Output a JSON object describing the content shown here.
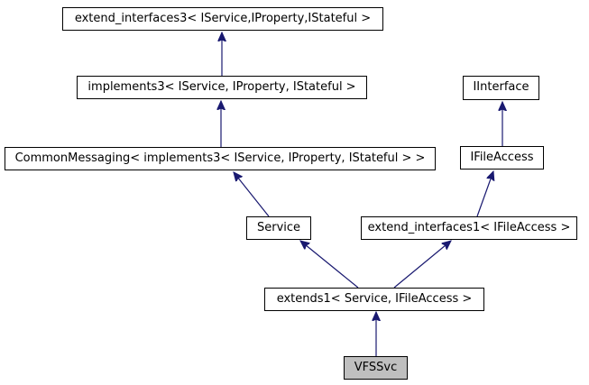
{
  "diagram": {
    "kind": "class-inheritance-graph",
    "colors": {
      "background": "#ffffff",
      "node_border": "#000000",
      "node_fill": "#ffffff",
      "current_node_fill": "#bfbfbf",
      "edge": "#191970",
      "text": "#000000"
    },
    "nodes": [
      {
        "id": "extend_interfaces3",
        "label": "extend_interfaces3< IService,IProperty,IStateful >",
        "current": false
      },
      {
        "id": "implements3",
        "label": "implements3< IService, IProperty, IStateful >",
        "current": false
      },
      {
        "id": "CommonMessaging",
        "label": "CommonMessaging< implements3< IService, IProperty, IStateful > >",
        "current": false
      },
      {
        "id": "IInterface",
        "label": "IInterface",
        "current": false
      },
      {
        "id": "IFileAccess",
        "label": "IFileAccess",
        "current": false
      },
      {
        "id": "Service",
        "label": "Service",
        "current": false
      },
      {
        "id": "extend_interfaces1",
        "label": "extend_interfaces1< IFileAccess >",
        "current": false
      },
      {
        "id": "extends1",
        "label": "extends1< Service, IFileAccess >",
        "current": false
      },
      {
        "id": "VFSSvc",
        "label": "VFSSvc",
        "current": true
      }
    ],
    "edges": [
      {
        "from": "implements3",
        "to": "extend_interfaces3"
      },
      {
        "from": "CommonMessaging",
        "to": "implements3"
      },
      {
        "from": "Service",
        "to": "CommonMessaging"
      },
      {
        "from": "IFileAccess",
        "to": "IInterface"
      },
      {
        "from": "extend_interfaces1",
        "to": "IFileAccess"
      },
      {
        "from": "extends1",
        "to": "Service"
      },
      {
        "from": "extends1",
        "to": "extend_interfaces1"
      },
      {
        "from": "VFSSvc",
        "to": "extends1"
      }
    ]
  }
}
